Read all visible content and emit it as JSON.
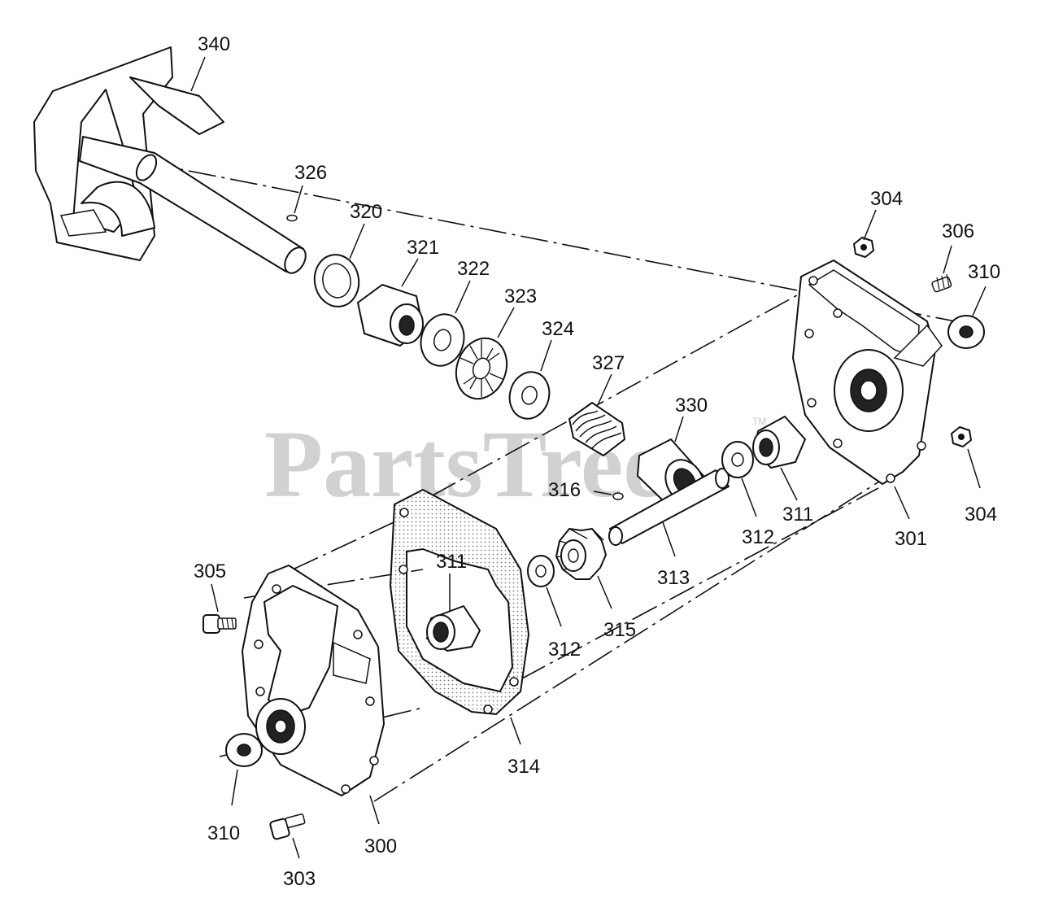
{
  "watermark": {
    "text": "PartsTree",
    "mark": "TM"
  },
  "callouts": {
    "c340": "340",
    "c326": "326",
    "c320": "320",
    "c321": "321",
    "c322": "322",
    "c323": "323",
    "c324": "324",
    "c327": "327",
    "c330": "330",
    "c316": "316",
    "c304a": "304",
    "c306": "306",
    "c310a": "310",
    "c304b": "304",
    "c311a": "311",
    "c312a": "312",
    "c301": "301",
    "c313": "313",
    "c311b": "311",
    "c312b": "312",
    "c315": "315",
    "c305": "305",
    "c314": "314",
    "c310b": "310",
    "c300": "300",
    "c303": "303"
  }
}
